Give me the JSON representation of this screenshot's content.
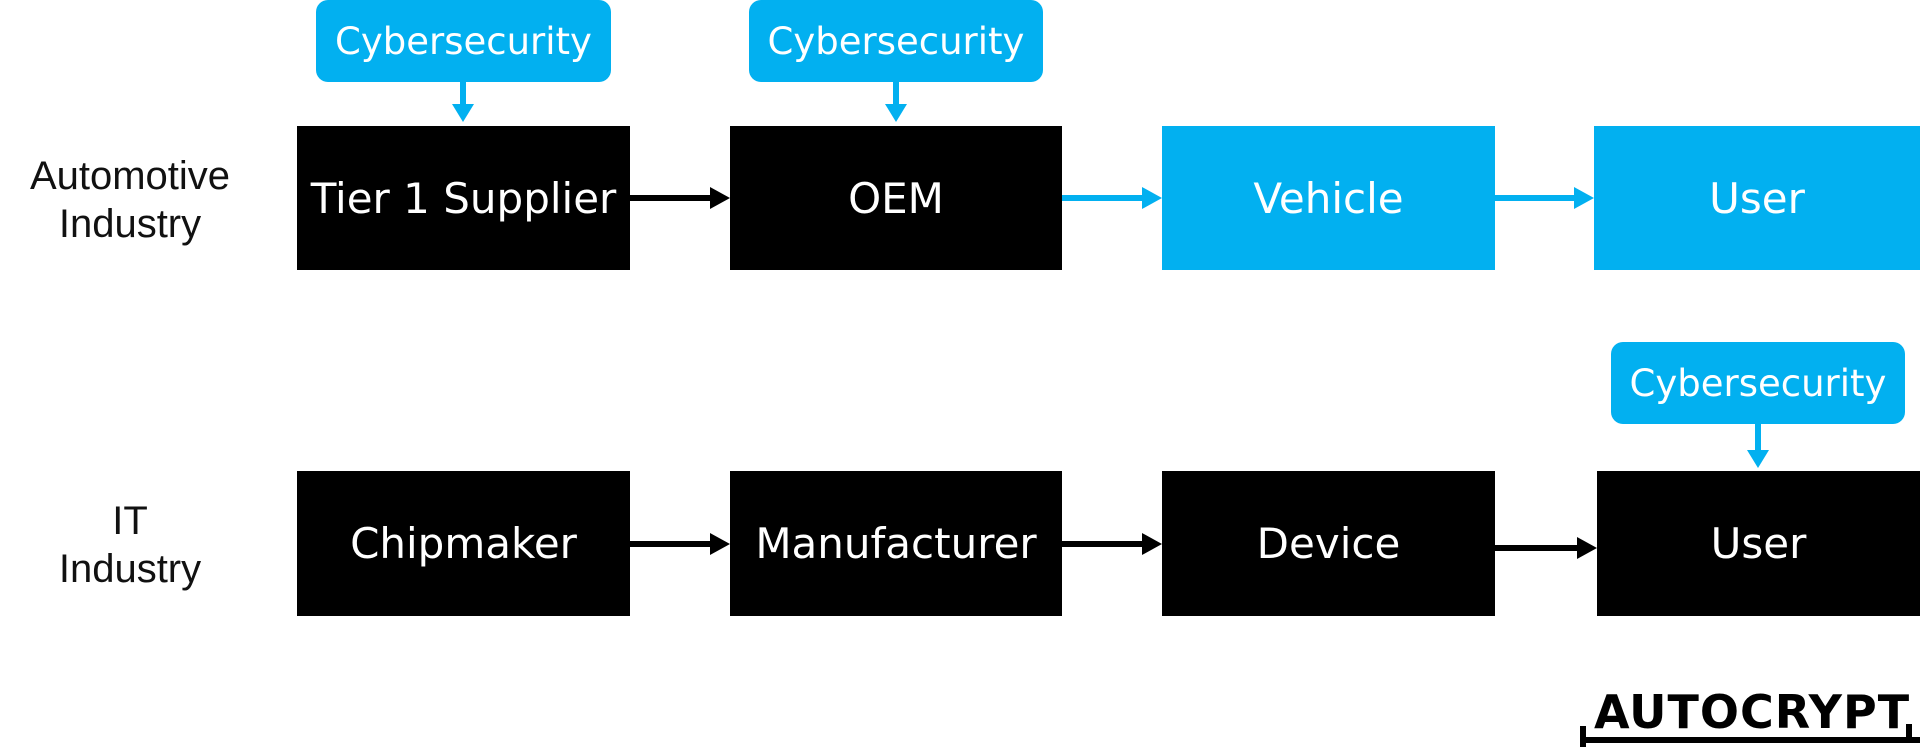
{
  "colors": {
    "accent": "#02b0f0",
    "dark": "#000000",
    "text_on_box": "#ffffff"
  },
  "rows": {
    "automotive": {
      "label_line1": "Automotive",
      "label_line2": "Industry",
      "nodes": [
        "Tier 1 Supplier",
        "OEM",
        "Vehicle",
        "User"
      ],
      "cybersecurity_tags": [
        "Cybersecurity",
        "Cybersecurity"
      ]
    },
    "it": {
      "label_line1": "IT",
      "label_line2": "Industry",
      "nodes": [
        "Chipmaker",
        "Manufacturer",
        "Device",
        "User"
      ],
      "cybersecurity_tags": [
        "Cybersecurity"
      ]
    }
  },
  "logo": {
    "text": "AUTOCRYPT"
  }
}
